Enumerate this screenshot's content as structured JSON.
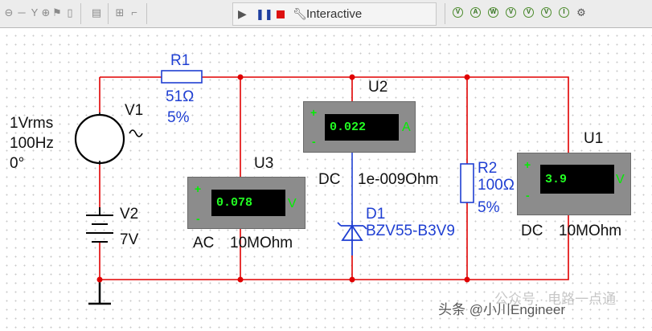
{
  "toolbar": {
    "simulation_mode": "Interactive",
    "icons": [
      "probe-icon",
      "voltage-probe-icon",
      "current-probe-icon",
      "transistor-icon",
      "indicator-icon",
      "power-icon",
      "rf-icon",
      "hierarchy-icon",
      "bus-icon"
    ]
  },
  "schematic": {
    "wire_color": "#e00000",
    "label_color": "#1f3fd2",
    "r1": {
      "name": "R1",
      "value": "51Ω",
      "tolerance": "5%"
    },
    "r2": {
      "name": "R2",
      "value": "100Ω",
      "tolerance": "5%"
    },
    "v1": {
      "name": "V1",
      "amplitude": "1Vrms",
      "frequency": "100Hz",
      "phase": "0°"
    },
    "v2": {
      "name": "V2",
      "voltage": "7V"
    },
    "d1": {
      "name": "D1",
      "model": "BZV55-B3V9"
    },
    "u1": {
      "name": "U1",
      "reading": "3.9",
      "unit": "V",
      "mode": "DC",
      "resistance": "10MOhm"
    },
    "u2": {
      "name": "U2",
      "reading": "0.022",
      "unit": "A",
      "mode": "DC",
      "resistance": "1e-009Ohm"
    },
    "u3": {
      "name": "U3",
      "reading": "0.078",
      "unit": "V",
      "mode": "AC",
      "resistance": "10MOhm"
    },
    "meter_plus": "+",
    "meter_minus": "-"
  },
  "watermark": {
    "text": "头条 @小川Engineer",
    "background_text": "公众号 · 电路一点通"
  }
}
